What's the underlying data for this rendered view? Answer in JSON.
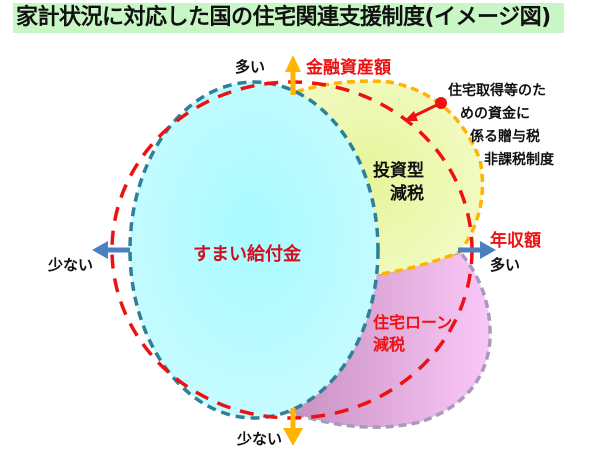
{
  "title": "家計状況に対応した国の住宅関連支援制度(イメージ図)",
  "axes": {
    "vertical": {
      "name": "金融資産額",
      "top_label": "多い",
      "bottom_label": "少ない",
      "arrow_color": "#ffb400"
    },
    "horizontal": {
      "name": "年収額",
      "left_label": "少ない",
      "right_label": "多い",
      "arrow_color": "#4a7fc0"
    }
  },
  "regions": {
    "sumai": {
      "label": "すまい給付金",
      "fill": "#b0f8fb",
      "stroke": "#2e7f98"
    },
    "investment": {
      "line1": "投資型",
      "line2": "減税",
      "fill": "#eef8b8",
      "stroke": "#ffb400"
    },
    "housing_loan": {
      "line1": "住宅ローン",
      "line2": "減税",
      "fill": "#e8b0e0",
      "stroke": "#a79abf"
    }
  },
  "gift_tax_note": {
    "lines": [
      "住宅取得等のた",
      "めの資金に",
      "係る贈与税",
      "非課税制度"
    ],
    "pointer_color": "#ee1111"
  },
  "boundary_circle_color": "#ee1111"
}
